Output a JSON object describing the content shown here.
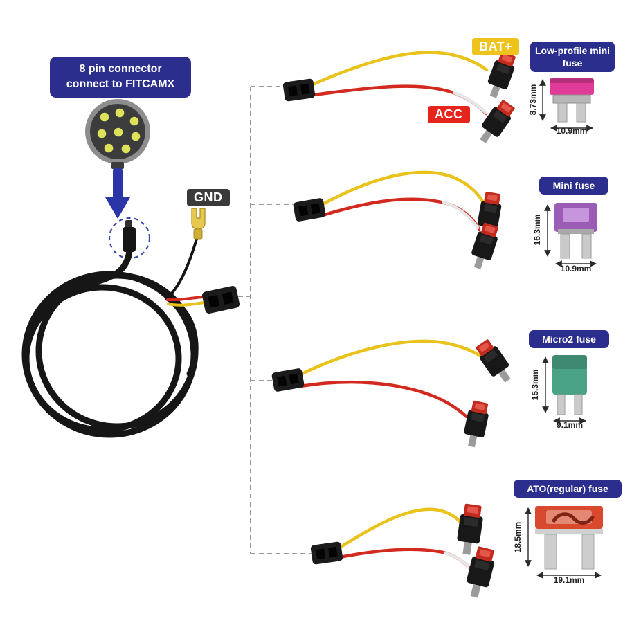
{
  "annotations": {
    "connector_note_line1": "8 pin connector",
    "connector_note_line2": "connect to FITCAMX",
    "gnd": "GND",
    "bat": "BAT+",
    "acc": "ACC"
  },
  "fuses": [
    {
      "name": "Low-profile mini fuse",
      "height": "8.73mm",
      "width": "10.9mm",
      "color": "#e03b98"
    },
    {
      "name": "Mini fuse",
      "height": "16.3mm",
      "width": "10.9mm",
      "color": "#9a5cb4"
    },
    {
      "name": "Micro2 fuse",
      "height": "15.3mm",
      "width": "9.1mm",
      "color": "#4aa287"
    },
    {
      "name": "ATO(regular) fuse",
      "height": "18.5mm",
      "width": "19.1mm",
      "color": "#d8492e"
    }
  ],
  "colors": {
    "label_blue": "#2b2e8c",
    "bat_yellow": "#efc31d",
    "acc_red": "#e5241c",
    "gnd_dark": "#3a3a3a",
    "wire_yellow": "#e9c31c",
    "wire_red": "#d32a20",
    "cable_black": "#161616",
    "arrow_blue": "#2b35a8"
  }
}
